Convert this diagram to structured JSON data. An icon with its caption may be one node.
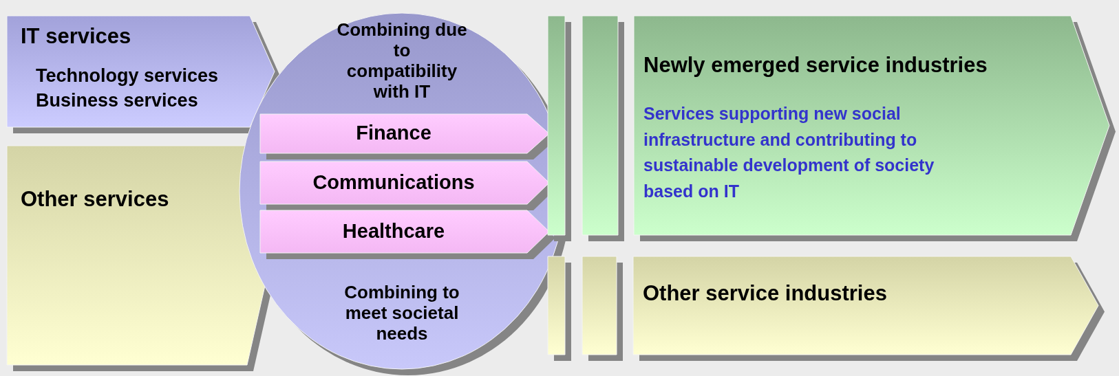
{
  "diagram": {
    "nodes": [
      {
        "text": [
          "IT services",
          "Technology services",
          "Business services"
        ]
      },
      {
        "text": [
          "Other services"
        ]
      },
      {
        "text": [
          "Combining due to compatibility with IT",
          "Combining to meet societal needs"
        ]
      },
      {
        "text": [
          "Finance"
        ],
        "in": 2
      },
      {
        "text": [
          "Communications"
        ],
        "in": 2
      },
      {
        "text": [
          "Healthcare"
        ],
        "in": 2
      },
      {
        "text": [],
        "shape": "bar"
      },
      {
        "text": [],
        "shape": "bar"
      },
      {
        "text": [
          "Newly emerged service industries",
          "Services supporting new social infrastructure and contributing to sustainable development of society based on IT"
        ]
      },
      {
        "text": [],
        "shape": "bar"
      },
      {
        "text": [],
        "shape": "bar"
      },
      {
        "text": [
          "Other service industries"
        ]
      }
    ]
  }
}
